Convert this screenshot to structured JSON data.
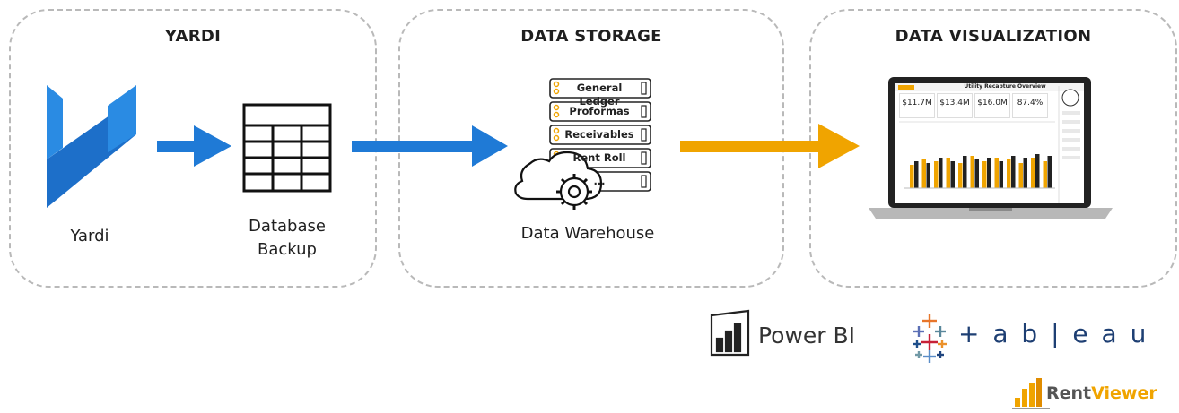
{
  "panels": {
    "yardi": {
      "title": "YARDI"
    },
    "storage": {
      "title": "DATA STORAGE"
    },
    "viz": {
      "title": "DATA VISUALIZATION"
    }
  },
  "nodes": {
    "yardi_label": "Yardi",
    "backup_label_line1": "Database",
    "backup_label_line2": "Backup",
    "warehouse_label": "Data Warehouse"
  },
  "ledger": {
    "items": [
      "General Ledger",
      "Proformas",
      "Receivables",
      "Rent Roll",
      "..."
    ]
  },
  "dashboard": {
    "title": "Utility Recapture Overview",
    "kpis": [
      "$11.7M",
      "$13.4M",
      "$16.0M",
      "87.4%"
    ]
  },
  "logos": {
    "powerbi": "Power BI",
    "tableau": "+ a b | e a u",
    "rentviewer_a": "Rent",
    "rentviewer_b": "Viewer"
  },
  "colors": {
    "blue": "#1f7ad6",
    "orange": "#f0a400",
    "yardi_blue": "#1d6fc9",
    "border": "#b9b9b9"
  }
}
